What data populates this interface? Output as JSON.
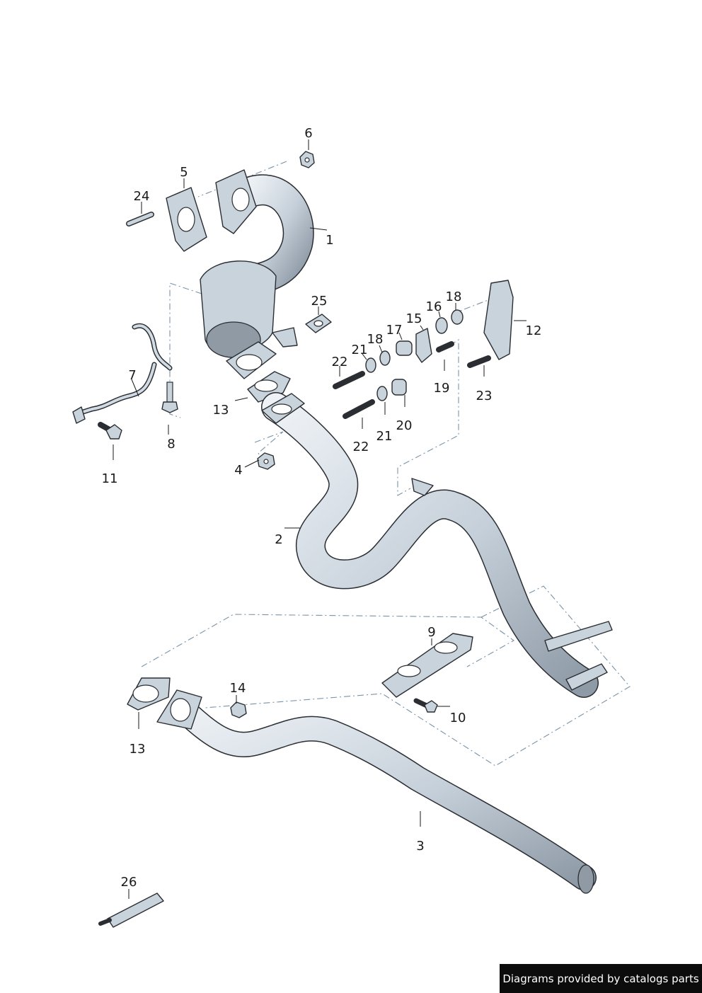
{
  "diagram": {
    "callouts": [
      "1",
      "2",
      "3",
      "4",
      "5",
      "6",
      "7",
      "8",
      "9",
      "10",
      "11",
      "12",
      "13",
      "13",
      "14",
      "15",
      "16",
      "17",
      "18",
      "18",
      "19",
      "20",
      "21",
      "21",
      "22",
      "22",
      "23",
      "24",
      "25",
      "26"
    ]
  },
  "footer": {
    "text": "Diagrams provided by catalogs parts"
  },
  "colors": {
    "part_fill": "#c9d3dc",
    "part_shadow": "#8f9aa5",
    "outline": "#2a2e33",
    "dashed_line": "#7a93a8",
    "banner_background": "#0c0c0c"
  }
}
